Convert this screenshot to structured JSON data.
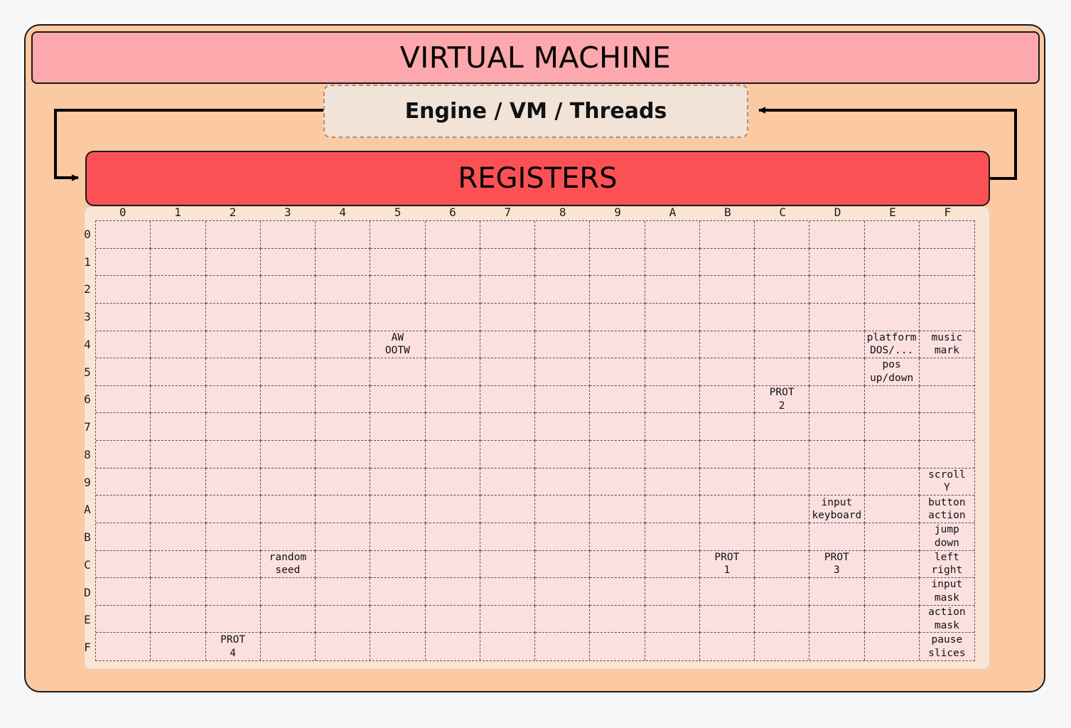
{
  "diagram": {
    "title": "VIRTUAL MACHINE",
    "engine_box_label": "Engine / VM / Threads",
    "registers_label": "REGISTERS",
    "colors": {
      "page_background": "#f7f7f8",
      "panel_background": "#fbc9a2",
      "title_background": "#fca8ac",
      "engine_background": "#f2e3d8",
      "registers_background": "#fb5155",
      "grid_cell_background": "#fce0e0",
      "grid_block_background": "#fae4d3",
      "outline": "#1a1a1a"
    }
  },
  "grid": {
    "column_headers": [
      "0",
      "1",
      "2",
      "3",
      "4",
      "5",
      "6",
      "7",
      "8",
      "9",
      "A",
      "B",
      "C",
      "D",
      "E",
      "F"
    ],
    "row_headers": [
      "0",
      "1",
      "2",
      "3",
      "4",
      "5",
      "6",
      "7",
      "8",
      "9",
      "A",
      "B",
      "C",
      "D",
      "E",
      "F"
    ],
    "rows": 16,
    "columns": 16,
    "cells": [
      {
        "col": "5",
        "row": "4",
        "lines": [
          "AW",
          "OOTW"
        ]
      },
      {
        "col": "E",
        "row": "4",
        "lines": [
          "platform",
          "DOS/..."
        ]
      },
      {
        "col": "F",
        "row": "4",
        "lines": [
          "music",
          "mark"
        ]
      },
      {
        "col": "E",
        "row": "5",
        "lines": [
          "pos",
          "up/down"
        ]
      },
      {
        "col": "C",
        "row": "6",
        "lines": [
          "PROT",
          "2"
        ]
      },
      {
        "col": "F",
        "row": "9",
        "lines": [
          "scroll",
          "Y"
        ]
      },
      {
        "col": "D",
        "row": "A",
        "lines": [
          "input",
          "keyboard"
        ]
      },
      {
        "col": "F",
        "row": "A",
        "lines": [
          "button",
          "action"
        ]
      },
      {
        "col": "F",
        "row": "B",
        "lines": [
          "jump",
          "down"
        ]
      },
      {
        "col": "3",
        "row": "C",
        "lines": [
          "random",
          "seed"
        ]
      },
      {
        "col": "B",
        "row": "C",
        "lines": [
          "PROT",
          "1"
        ]
      },
      {
        "col": "D",
        "row": "C",
        "lines": [
          "PROT",
          "3"
        ]
      },
      {
        "col": "F",
        "row": "C",
        "lines": [
          "left",
          "right"
        ]
      },
      {
        "col": "F",
        "row": "D",
        "lines": [
          "input",
          "mask"
        ]
      },
      {
        "col": "F",
        "row": "E",
        "lines": [
          "action",
          "mask"
        ]
      },
      {
        "col": "2",
        "row": "F",
        "lines": [
          "PROT",
          "4"
        ]
      },
      {
        "col": "F",
        "row": "F",
        "lines": [
          "pause",
          "slices"
        ]
      }
    ]
  },
  "arrows": [
    {
      "name": "registers-to-engine-feedback",
      "direction": "right-to-left-into-engine"
    },
    {
      "name": "engine-to-registers-feedback",
      "direction": "left-loop-into-registers"
    }
  ]
}
